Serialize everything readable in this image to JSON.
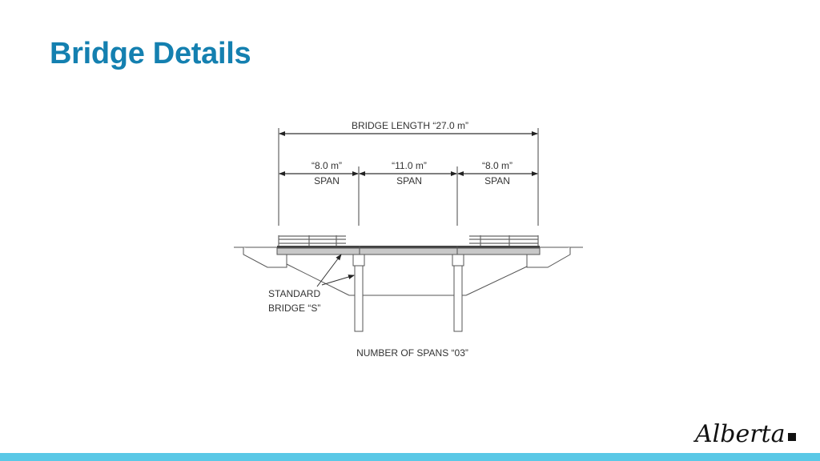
{
  "slide": {
    "title": "Bridge Details",
    "accent_color": "#1480b0",
    "bar_color": "#5ac8e6"
  },
  "diagram": {
    "bridge_length_label": "BRIDGE LENGTH  “27.0 m”",
    "spans": [
      {
        "length": "“8.0 m”",
        "label": "SPAN"
      },
      {
        "length": "“11.0 m”",
        "label": "SPAN"
      },
      {
        "length": "“8.0 m”",
        "label": "SPAN"
      }
    ],
    "callout_line1": "STANDARD",
    "callout_line2": "BRIDGE “S”",
    "number_of_spans_label": "NUMBER OF SPANS “03”"
  },
  "logo": {
    "text": "Alberta"
  }
}
